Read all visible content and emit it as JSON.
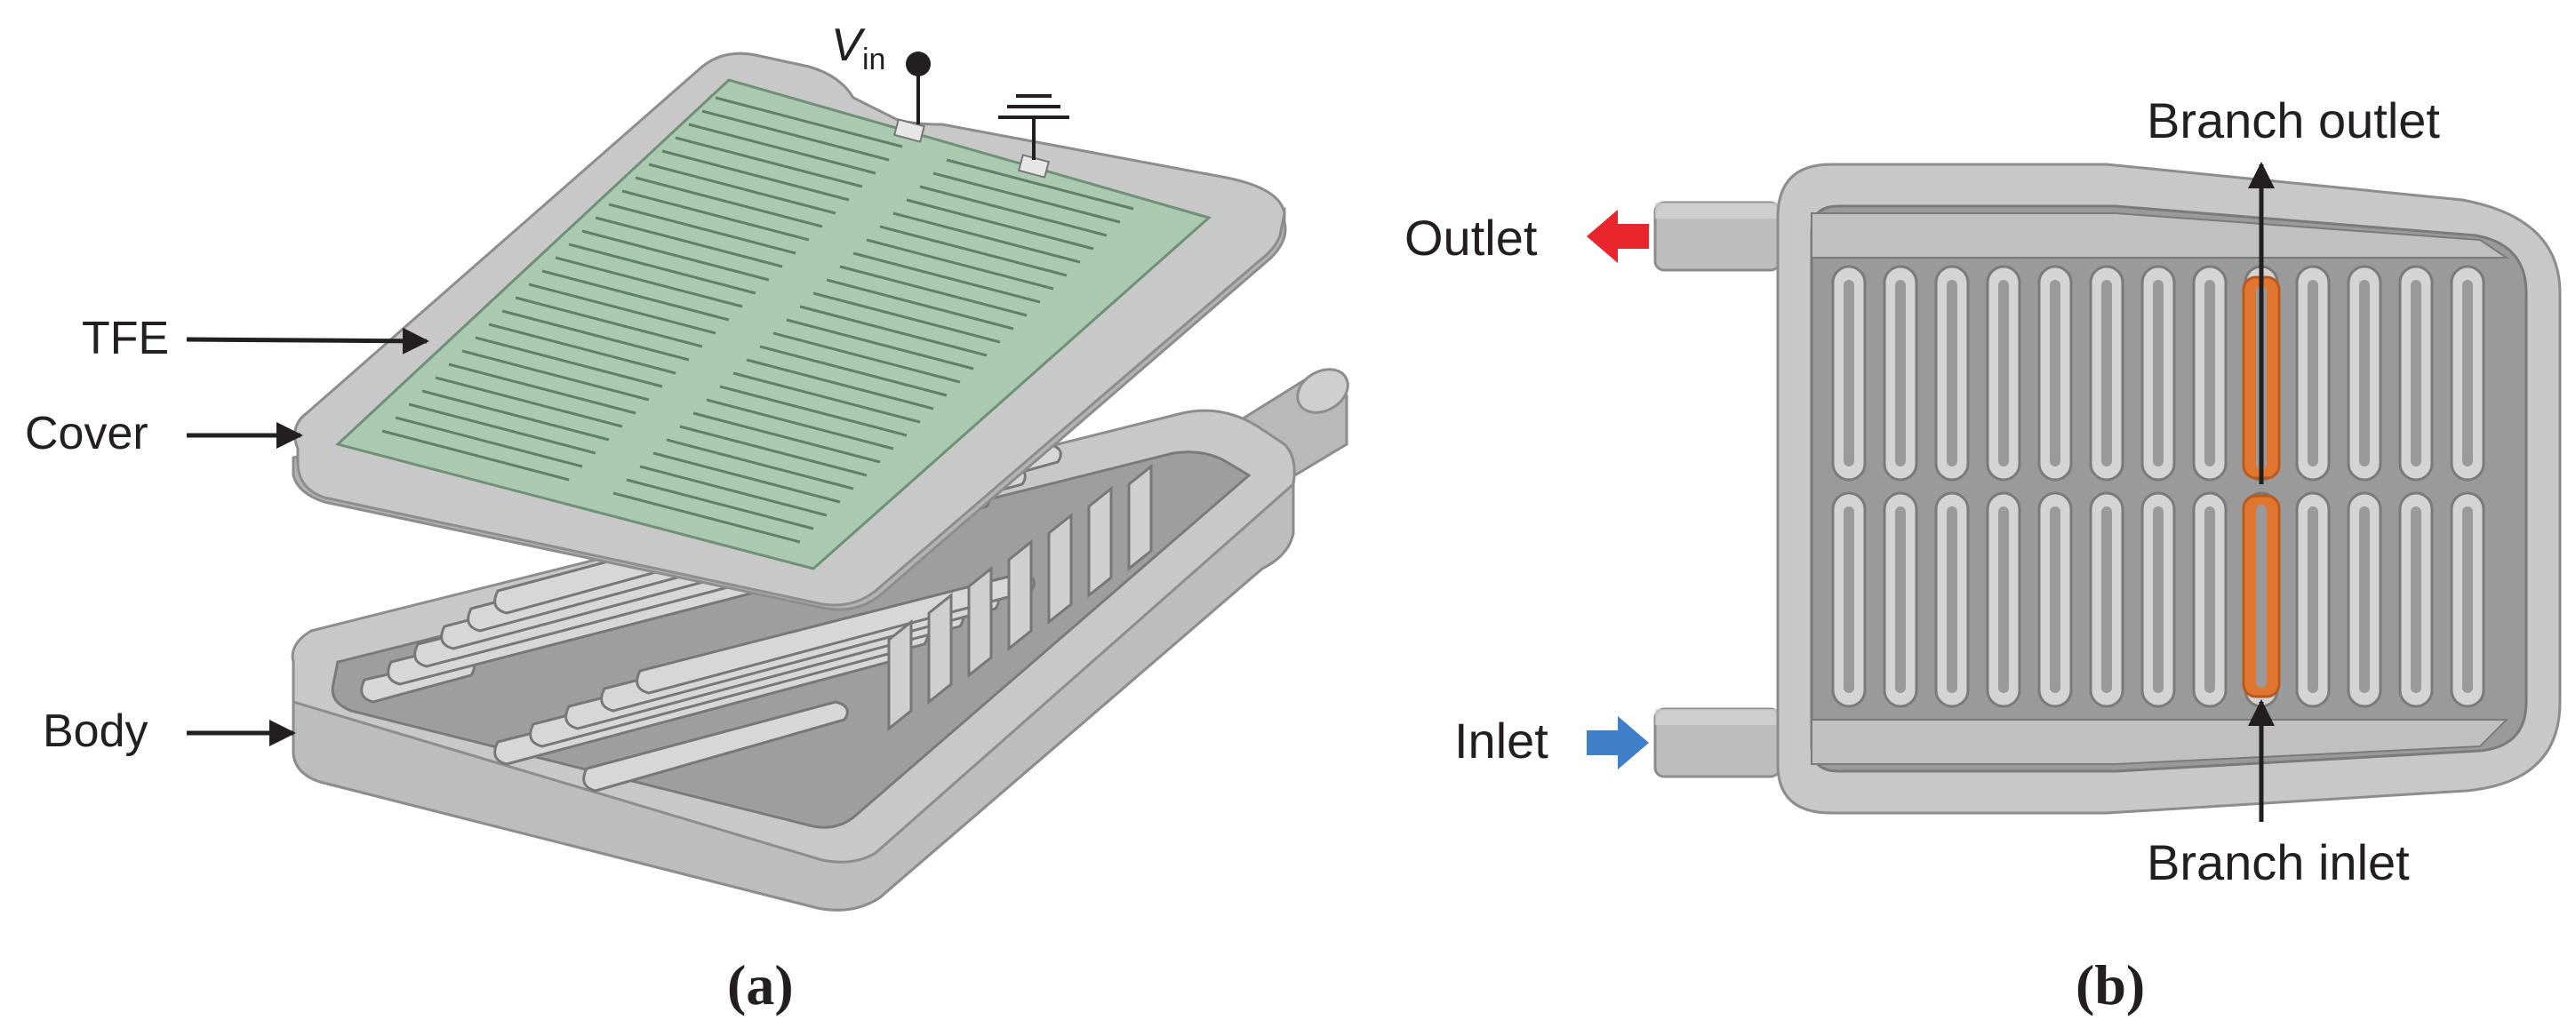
{
  "panel_a": {
    "vin_label": "V",
    "vin_subscript": "in",
    "label_tfe": "TFE",
    "label_cover": "Cover",
    "label_body": "Body",
    "caption": "(a)"
  },
  "panel_b": {
    "label_outlet": "Outlet",
    "label_inlet": "Inlet",
    "label_branch_outlet": "Branch outlet",
    "label_branch_inlet": "Branch inlet",
    "caption": "(b)"
  },
  "colors": {
    "body_gray": "#c8c8c8",
    "dark_gray": "#8d8d8d",
    "tfe_green": "#a9c9b1",
    "outlet_arrow": "#e8252a",
    "inlet_arrow": "#3f7fc8",
    "branch_highlight": "#e0762f"
  }
}
